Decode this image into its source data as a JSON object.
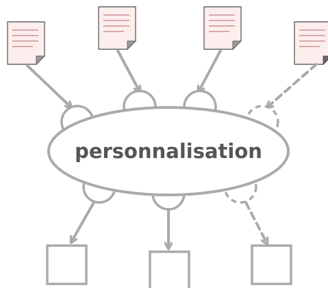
{
  "diagram": {
    "central_label": "personnalisation",
    "inputs": [
      {
        "id": "doc-input-1",
        "style": "solid"
      },
      {
        "id": "doc-input-2",
        "style": "solid"
      },
      {
        "id": "doc-input-3",
        "style": "solid"
      },
      {
        "id": "doc-input-4",
        "style": "dashed"
      }
    ],
    "outputs": [
      {
        "id": "output-box-1",
        "style": "solid"
      },
      {
        "id": "output-box-2",
        "style": "solid"
      },
      {
        "id": "output-box-3",
        "style": "dashed"
      }
    ],
    "colors": {
      "stroke": "#aaaaaa",
      "document_fill": "#fdeeee",
      "document_stroke": "#666666",
      "document_lines": "#d9a8a8",
      "label": "#555555",
      "background": "#ffffff"
    }
  }
}
